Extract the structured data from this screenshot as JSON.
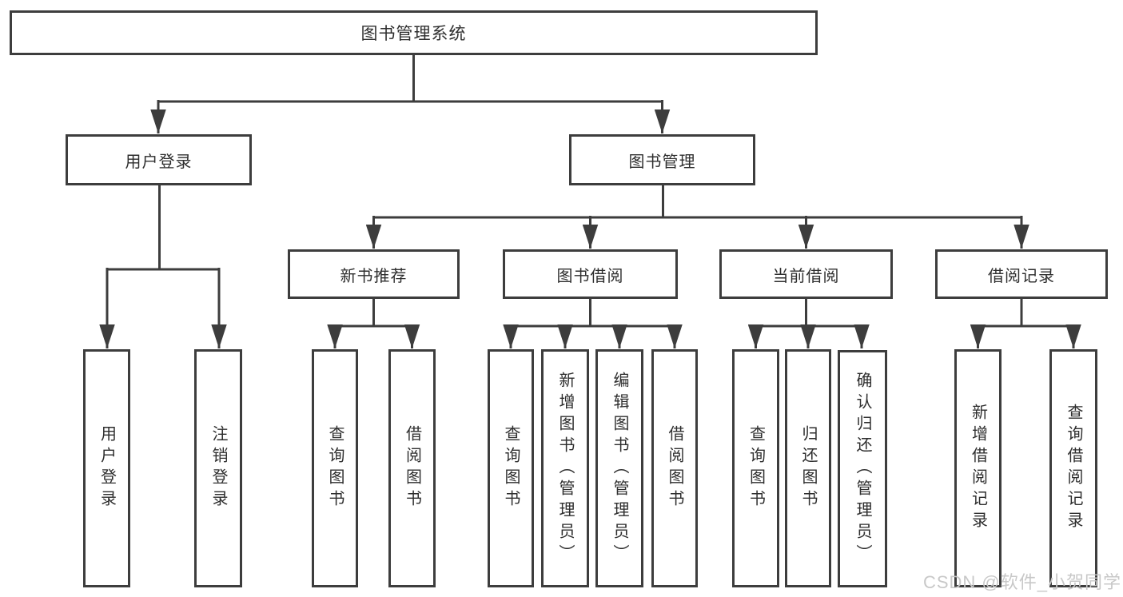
{
  "diagram": {
    "root": {
      "label": "图书管理系统"
    },
    "level2": [
      {
        "label": "用户登录"
      },
      {
        "label": "图书管理"
      }
    ],
    "level3": [
      {
        "label": "新书推荐"
      },
      {
        "label": "图书借阅"
      },
      {
        "label": "当前借阅"
      },
      {
        "label": "借阅记录"
      }
    ],
    "leaves": {
      "user_login": [
        "用户登录",
        "注销登录"
      ],
      "new_book": [
        "查询图书",
        "借阅图书"
      ],
      "book_borrow": [
        "查询图书",
        "新增图书（管理员）",
        "编辑图书（管理员）",
        "借阅图书"
      ],
      "current_borrow": [
        "查询图书",
        "归还图书",
        "确认归还（管理员）"
      ],
      "borrow_records": [
        "新增借阅记录",
        "查询借阅记录"
      ]
    },
    "line_color": "#3d3d3d"
  },
  "watermark": {
    "text": "CSDN @软件_小贺同学"
  }
}
